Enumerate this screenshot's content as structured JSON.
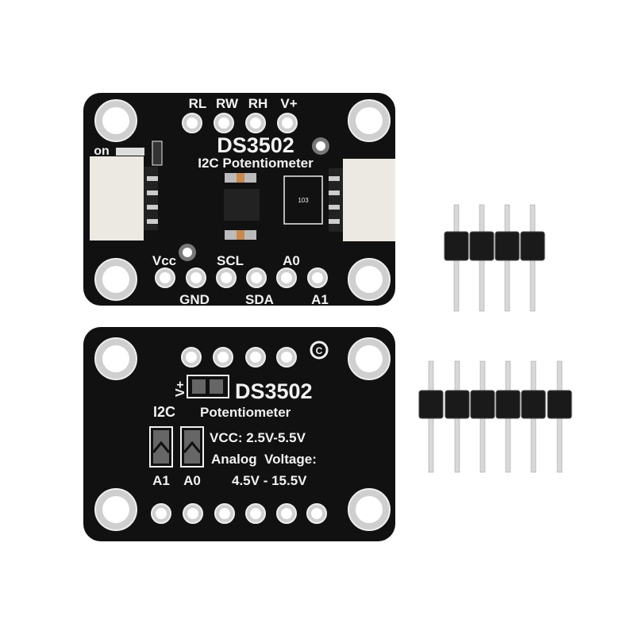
{
  "colors": {
    "pcb": "#111111",
    "silkscreen": "#f2f2f2",
    "pad": "#c9c9c9",
    "connector": "#ece8e2",
    "header_plastic": "#1a1a1a",
    "pin": "#d8d8d8"
  },
  "top_board": {
    "top_pin_labels": [
      "RL",
      "RW",
      "RH",
      "V+"
    ],
    "title": "DS3502",
    "subtitle": "I2C Potentiometer",
    "led_label": "on",
    "resistor_marking": "103",
    "bottom_labels_upper": [
      "Vcc",
      "SCL",
      "A0"
    ],
    "bottom_labels_lower": [
      "GND",
      "SDA",
      "A1"
    ]
  },
  "bottom_board": {
    "jumper_label": "V+",
    "title": "DS3502",
    "prefix": "I2C",
    "subtitle": "Potentiometer",
    "vcc_spec": "VCC: 2.5V-5.5V",
    "analog_label": "Analog  Voltage:",
    "analog_range": "4.5V - 15.5V",
    "address_jumpers": [
      "A1",
      "A0"
    ],
    "logo": "C"
  },
  "headers": [
    {
      "pins": 4
    },
    {
      "pins": 6
    }
  ]
}
